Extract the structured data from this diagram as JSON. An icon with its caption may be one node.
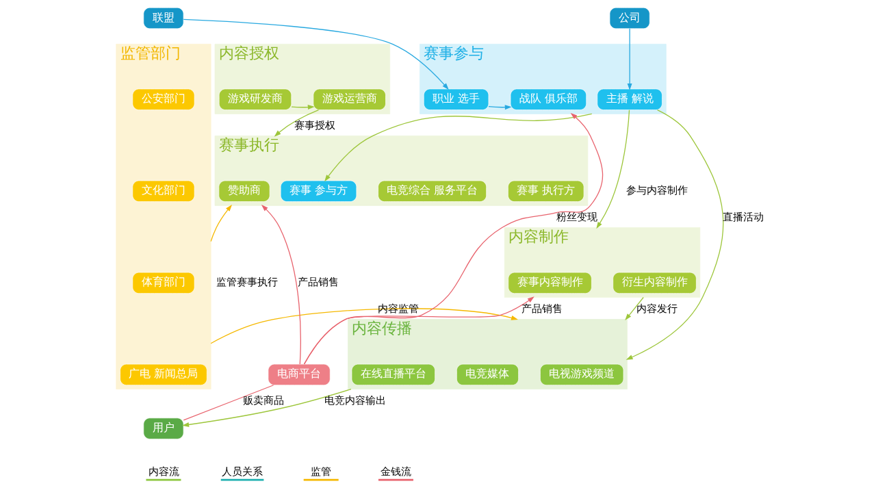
{
  "diagram": {
    "nodes": [
      {
        "text": [
          "内容授权"
        ]
      },
      {
        "text": [
          "游戏研发商"
        ],
        "in": 0
      },
      {
        "text": [
          "游戏运营商"
        ],
        "in": 0
      },
      {
        "text": [
          "赛事参与"
        ]
      },
      {
        "text": [
          "联盟"
        ]
      },
      {
        "text": [
          "公司"
        ]
      },
      {
        "text": [
          "战队 俱乐部"
        ],
        "in": 3
      },
      {
        "text": [
          "职业 选手"
        ],
        "in": 3
      },
      {
        "text": [
          "主播 解说"
        ],
        "in": 3
      },
      {
        "text": [
          "监管部门"
        ]
      },
      {
        "text": [
          "公安部门"
        ],
        "in": 9
      },
      {
        "text": [
          "文化部门"
        ],
        "in": 9
      },
      {
        "text": [
          "体育部门"
        ],
        "in": 9
      },
      {
        "text": [
          "广电 新闻总局"
        ],
        "in": 9
      },
      {
        "text": [
          "赛事执行"
        ]
      },
      {
        "text": [
          "赞助商"
        ],
        "in": 14
      },
      {
        "text": [
          "赛事 执行方"
        ],
        "in": 14
      },
      {
        "text": [
          "电竞综合 服务平台"
        ],
        "in": 14
      },
      {
        "text": [
          "赛事 参与方"
        ],
        "in": 14
      },
      {
        "text": [
          "内容制作"
        ]
      },
      {
        "text": [
          "赛事内容制作"
        ],
        "in": 19
      },
      {
        "text": [
          "衍生内容制作"
        ],
        "in": 19
      },
      {
        "text": [
          "内容传播"
        ]
      },
      {
        "text": [
          "电视游戏频道"
        ],
        "in": 22
      },
      {
        "text": [
          "电竞媒体"
        ],
        "in": 22
      },
      {
        "text": [
          "在线直播平台"
        ],
        "in": 22
      },
      {
        "text": [
          "电商平台"
        ]
      },
      {
        "text": [
          "用户"
        ]
      }
    ],
    "edges": [
      {
        "from": 1,
        "to": 2,
        "arrow": "to"
      },
      {
        "from": 4,
        "to": 7,
        "arrow": "to",
        "color": "#29a9e0"
      },
      {
        "from": 5,
        "to": 8,
        "arrow": "to",
        "color": "#29a9e0"
      },
      {
        "from": 7,
        "to": 6,
        "arrow": "to",
        "color": "#29a9e0"
      },
      {
        "from": 2,
        "to": 14,
        "arrow": "to",
        "label": "赛事授权"
      },
      {
        "from": 3,
        "to": 18,
        "arrow": "to"
      },
      {
        "from": 9,
        "to": 14,
        "arrow": "to",
        "label": "监管赛事执行",
        "color": "#f5b800"
      },
      {
        "from": 9,
        "to": 22,
        "arrow": "to",
        "label": "内容监管",
        "color": "#f5b800"
      },
      {
        "from": 19,
        "to": 22,
        "arrow": "to",
        "label": "内容发行"
      },
      {
        "from": 22,
        "to": 27,
        "arrow": "to",
        "label": "电竞内容输出"
      },
      {
        "from": 8,
        "to": 19,
        "arrow": "to",
        "label": "参与内容制作"
      },
      {
        "from": 8,
        "to": 22,
        "arrow": "to",
        "label": "直播活动"
      },
      {
        "from": 26,
        "to": 3,
        "arrow": "to",
        "label": "粉丝变现",
        "color": "#e8646e"
      },
      {
        "from": 26,
        "to": 14,
        "arrow": "to",
        "label": "产品销售",
        "color": "#e8646e"
      },
      {
        "from": 26,
        "to": 19,
        "arrow": "to",
        "label": "产品销售",
        "color": "#e8646e"
      },
      {
        "from": 26,
        "to": 27,
        "arrow": "none",
        "label": "贩卖商品",
        "color": "#e8646e"
      }
    ],
    "legend": [
      {
        "text": "内容流"
      },
      {
        "text": "人员关系"
      },
      {
        "text": "监管"
      },
      {
        "text": "金钱流"
      }
    ]
  }
}
